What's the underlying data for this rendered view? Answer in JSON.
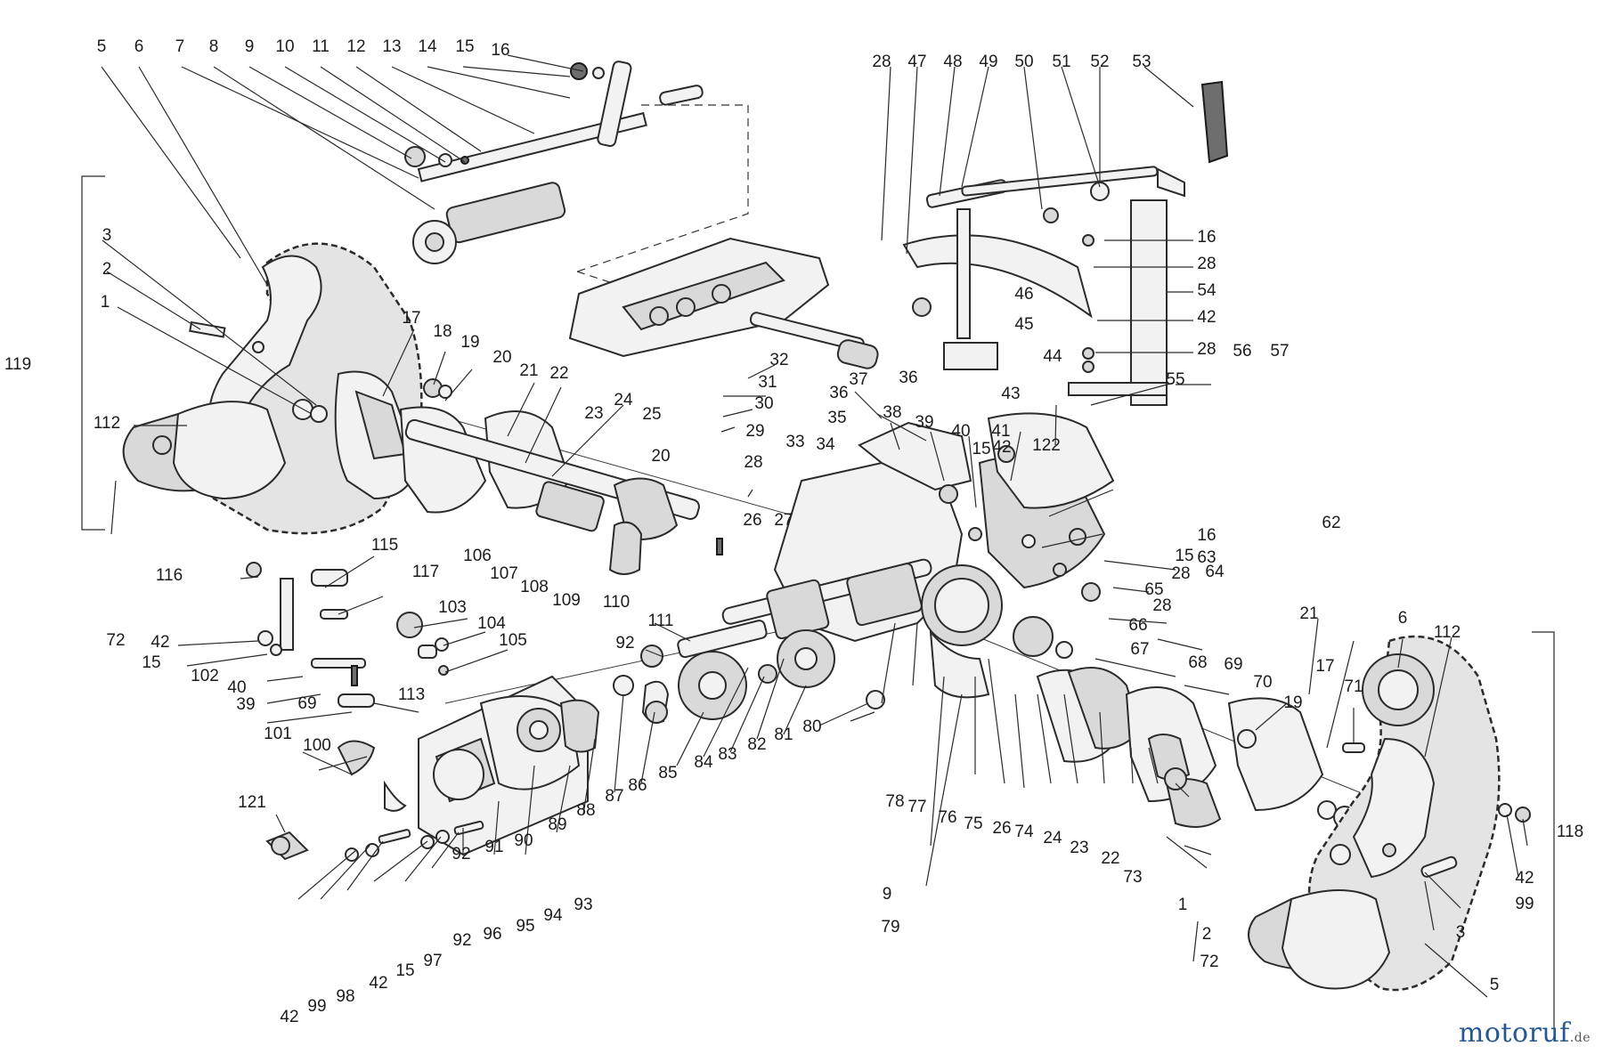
{
  "watermark": {
    "brand_main": "motoruf",
    "brand_accent": "",
    "tld": ".de"
  },
  "colors": {
    "ink": "#1c1c1c",
    "brand_blue": "#26598f",
    "brand_green": "#8a9a2a"
  },
  "part_labels": [
    "5",
    "6",
    "7",
    "8",
    "9",
    "10",
    "11",
    "12",
    "13",
    "14",
    "15",
    "16",
    "28",
    "47",
    "48",
    "49",
    "50",
    "51",
    "52",
    "53",
    "16",
    "28",
    "54",
    "46",
    "45",
    "42",
    "28",
    "56",
    "57",
    "55",
    "62",
    "3",
    "2",
    "1",
    "119",
    "112",
    "72",
    "17",
    "18",
    "19",
    "20",
    "21",
    "22",
    "23",
    "24",
    "25",
    "32",
    "31",
    "30",
    "29",
    "28",
    "36",
    "37",
    "36",
    "35",
    "33",
    "34",
    "38",
    "39",
    "40",
    "41",
    "42",
    "15",
    "122",
    "43",
    "44",
    "16",
    "15",
    "63",
    "64",
    "28",
    "65",
    "28",
    "66",
    "67",
    "68",
    "69",
    "70",
    "19",
    "17",
    "21",
    "6",
    "112",
    "71",
    "118",
    "20",
    "26",
    "27",
    "106",
    "107",
    "108",
    "109",
    "110",
    "116",
    "115",
    "117",
    "42",
    "15",
    "102",
    "40",
    "39",
    "69",
    "113",
    "103",
    "104",
    "105",
    "111",
    "92",
    "101",
    "100",
    "121",
    "92",
    "91",
    "90",
    "89",
    "88",
    "87",
    "86",
    "85",
    "84",
    "83",
    "82",
    "81",
    "80",
    "9",
    "79",
    "78",
    "77",
    "76",
    "75",
    "26",
    "74",
    "24",
    "23",
    "22",
    "73",
    "1",
    "2",
    "72",
    "3",
    "5",
    "99",
    "42",
    "42",
    "99",
    "98",
    "42",
    "15",
    "97",
    "92",
    "96",
    "95",
    "94",
    "93"
  ]
}
